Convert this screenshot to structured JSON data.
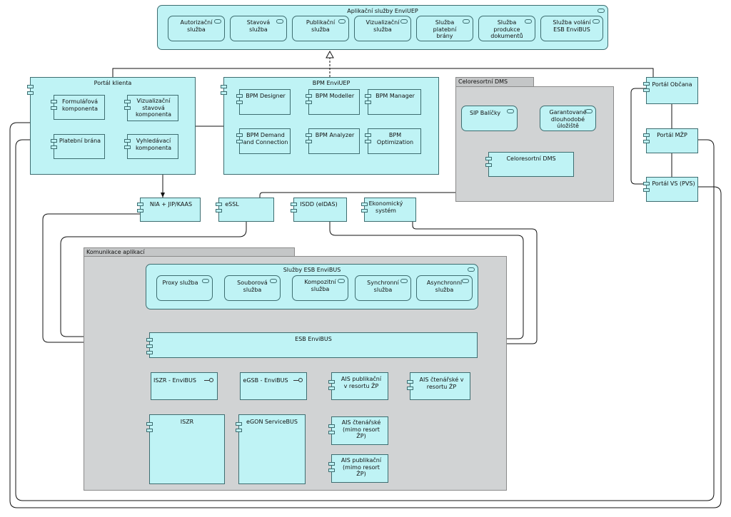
{
  "groups": {
    "app_services": "Aplikační služby EnviUEP",
    "portal_klienta": "Portál klienta",
    "bpm": "BPM EnviUEP",
    "celoresortni_dms_group": "Celoresortní DMS",
    "komunikace": "Komunikace aplikací",
    "esb_services": "Služby ESB EnviBUS"
  },
  "app_services": {
    "autorizacni": "Autorizační\nslužba",
    "stavova": "Stavová\nslužba",
    "publikacni": "Publikační\nslužba",
    "vizualizacni": "Vizualizační\nslužba",
    "platebni_brany": "Služba\nplatební\nbrány",
    "produkce": "Služba\nprodukce\ndokumentů",
    "volani_esb": "Služba volání\nESB EnviBUS"
  },
  "portal_klienta": {
    "formularova": "Formulářová\nkomponenta",
    "vizualizacni": "Vizualizační\nstavová\nkomponenta",
    "platebni": "Platební brána",
    "vyhledavaci": "Vyhledávací\nkomponenta"
  },
  "bpm": {
    "designer": "BPM Designer",
    "modeller": "BPM Modeller",
    "manager": "BPM Manager",
    "demand": "BPM Demand\nand Connection",
    "analyzer": "BPM Analyzer",
    "optimization": "BPM\nOptimization"
  },
  "dms": {
    "sip": "SIP Balíčky",
    "garantovane": "Garantované\ndlouhodobé\núložiště",
    "celoresortni": "Celoresortní DMS"
  },
  "portals": {
    "obcana": "Portál Občana",
    "mzp": "Portál MŽP",
    "vs": "Portál VS (PVS)"
  },
  "middle": {
    "nia": "NIA + JIP/KAAS",
    "essl": "eSSL",
    "isdd": "ISDD (eIDAS)",
    "ekonomicky": "Ekonomický\nsystém"
  },
  "esb_services": {
    "proxy": "Proxy služba",
    "souborova": "Souborová\nslužba",
    "kompozitni": "Kompozitní\nslužba",
    "synchronni": "Synchronní\nslužba",
    "asynchronni": "Asynchronní\nslužba"
  },
  "esb": {
    "envibus": "ESB EnviBUS",
    "iszr_envibus": "ISZR - EnviBUS",
    "egsb_envibus": "eGSB - EnviBUS",
    "ais_pub_resort": "AIS publikační\nv resortu ŽP",
    "ais_cten_resort": "AIS čtenářské v\nresortu ŽP",
    "iszr": "ISZR",
    "egon": "eGON ServiceBUS",
    "ais_cten_mimo": "AIS čtenářské\n(mimo resort\nŽP)",
    "ais_pub_mimo": "AIS publikační\n(mimo resort\nŽP)"
  },
  "colors": {
    "node_fill": "#bff3f5",
    "group_fill": "#d1d3d4",
    "line": "#111111"
  }
}
